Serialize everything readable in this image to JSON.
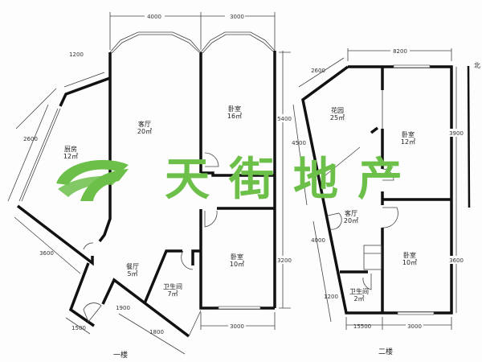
{
  "floor1": {
    "title": "一楼",
    "rooms": [
      {
        "name": "客厅",
        "area": "20㎡"
      },
      {
        "name": "卧室",
        "area": "16㎡"
      },
      {
        "name": "厨房",
        "area": "12㎡"
      },
      {
        "name": "卧室",
        "area": "10㎡"
      },
      {
        "name": "餐厅",
        "area": "5㎡"
      },
      {
        "name": "卫生间",
        "area": "7㎡"
      }
    ],
    "dims": [
      "4000",
      "3000",
      "1200",
      "2600",
      "5400",
      "3600",
      "3200",
      "1900",
      "1500",
      "1800",
      "3000"
    ]
  },
  "floor2": {
    "title": "二楼",
    "rooms": [
      {
        "name": "花园",
        "area": "25㎡"
      },
      {
        "name": "卧室",
        "area": "12㎡"
      },
      {
        "name": "客厅",
        "area": "20㎡"
      },
      {
        "name": "卧室",
        "area": "10㎡"
      },
      {
        "name": "卫生间",
        "area": "2㎡"
      }
    ],
    "dims": [
      "8200",
      "2600",
      "4500",
      "3900",
      "4000",
      "3600",
      "1200",
      "15500",
      "3000"
    ],
    "north": "北"
  },
  "watermark": {
    "text": "天街地产",
    "color": "#6cc04a"
  }
}
